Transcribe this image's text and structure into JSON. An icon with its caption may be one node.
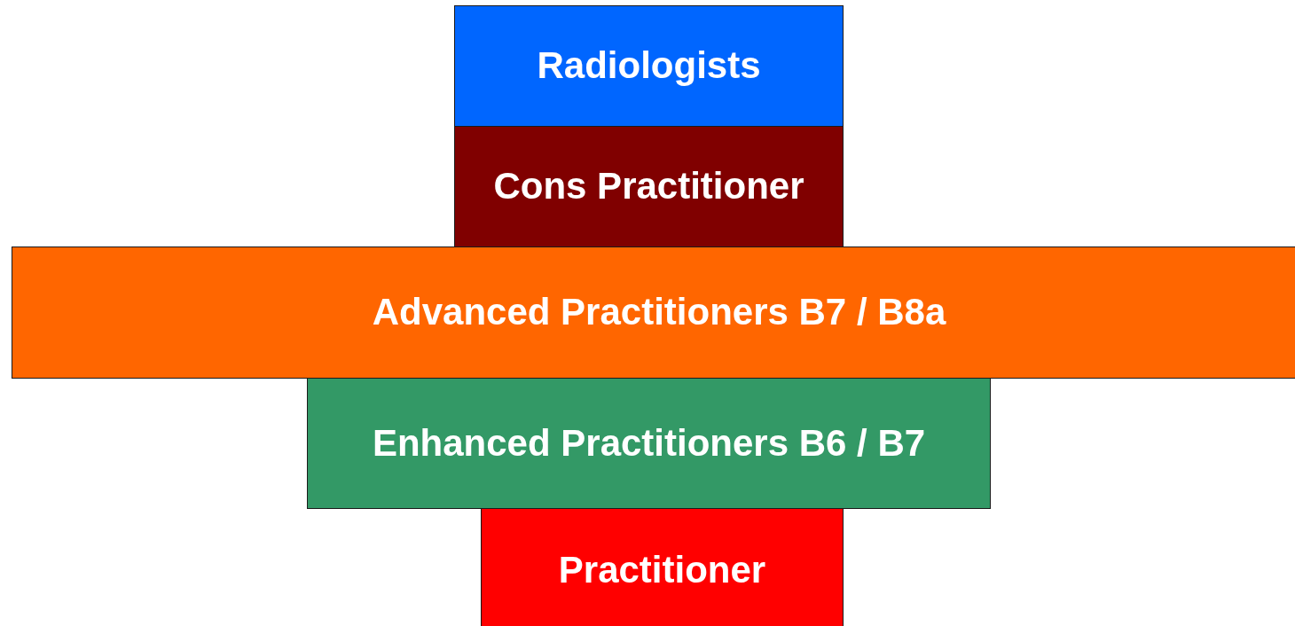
{
  "diagram": {
    "nodes": [
      {
        "text": [
          "Radiologists"
        ]
      },
      {
        "text": [
          "Cons Practitioner"
        ]
      },
      {
        "text": [
          "Advanced Practitioners B7 / B8a"
        ]
      },
      {
        "text": [
          "Enhanced Practitioners B6 / B7"
        ]
      },
      {
        "text": [
          "Practitioner"
        ]
      }
    ]
  }
}
